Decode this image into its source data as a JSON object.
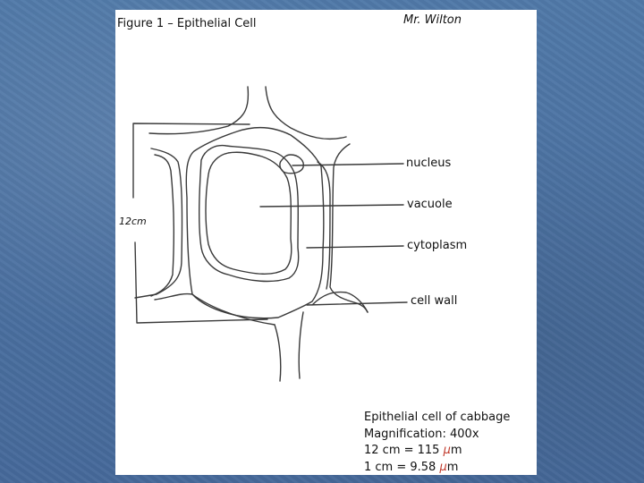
{
  "figure": {
    "title": "Figure 1 – Epithelial Cell",
    "author": "Mr. Wilton",
    "scale_bar_label": "12cm"
  },
  "labels": {
    "nucleus": "nucleus",
    "vacuole": "vacuole",
    "cytoplasm": "cytoplasm",
    "cell_wall": "cell wall"
  },
  "caption": {
    "line1": "Epithelial cell of cabbage",
    "line2": "Magnification: 400x",
    "line3_prefix": "12 cm = 115 ",
    "line4_prefix": "1 cm = 9.58 ",
    "mu_symbol": "μ",
    "unit_suffix": "m"
  },
  "colors": {
    "background": "#4a6f9c",
    "paper": "#ffffff",
    "ink": "#333333",
    "mu_red": "#c0392b"
  }
}
